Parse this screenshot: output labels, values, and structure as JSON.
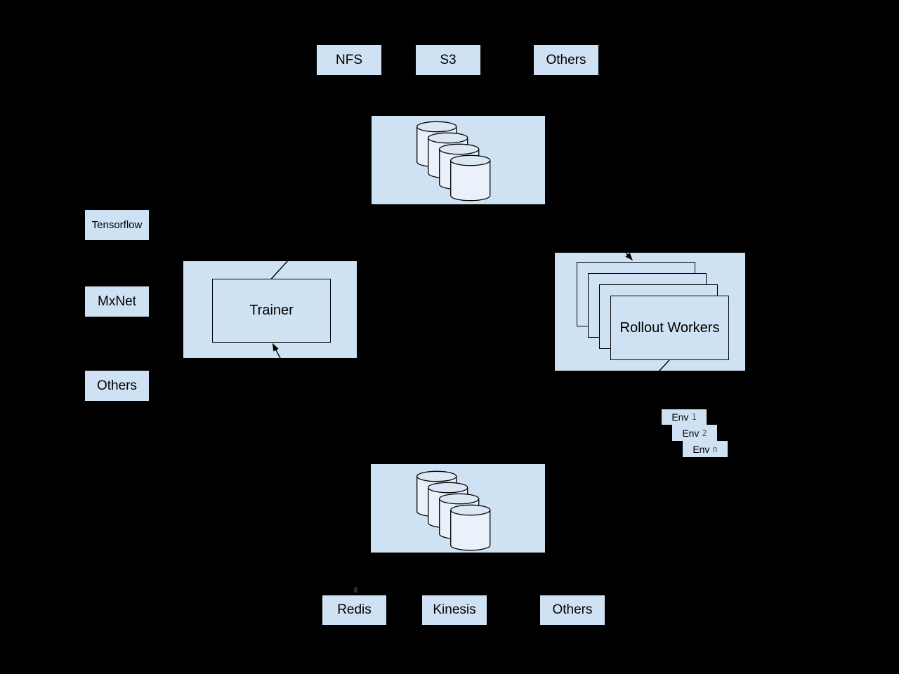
{
  "colors": {
    "background": "#000000",
    "box_fill": "#cfe2f3",
    "box_border": "#000000",
    "cylinder_body": "#eaf1fa",
    "cylinder_top": "#dbe7f5",
    "line": "#000000",
    "env_index_text": "#555555"
  },
  "sources": {
    "items": [
      {
        "label": "NFS"
      },
      {
        "label": "S3"
      },
      {
        "label": "Others"
      }
    ]
  },
  "input_datastore": {
    "icon": "database-cylinders-icon",
    "cylinder_count": 4
  },
  "frameworks": {
    "items": [
      {
        "label": "Tensorflow"
      },
      {
        "label": "MxNet"
      },
      {
        "label": "Others"
      }
    ]
  },
  "trainer": {
    "label": "Trainer"
  },
  "rollout_workers": {
    "label": "Rollout Workers",
    "stack_count": 4
  },
  "environments": {
    "items": [
      {
        "label": "Env",
        "index": "1"
      },
      {
        "label": "Env",
        "index": "2"
      },
      {
        "label": "Env",
        "index": "n"
      }
    ]
  },
  "output_datastore": {
    "icon": "database-cylinders-icon",
    "cylinder_count": 4
  },
  "sinks": {
    "items": [
      {
        "label": "Redis"
      },
      {
        "label": "Kinesis"
      },
      {
        "label": "Others"
      }
    ]
  }
}
